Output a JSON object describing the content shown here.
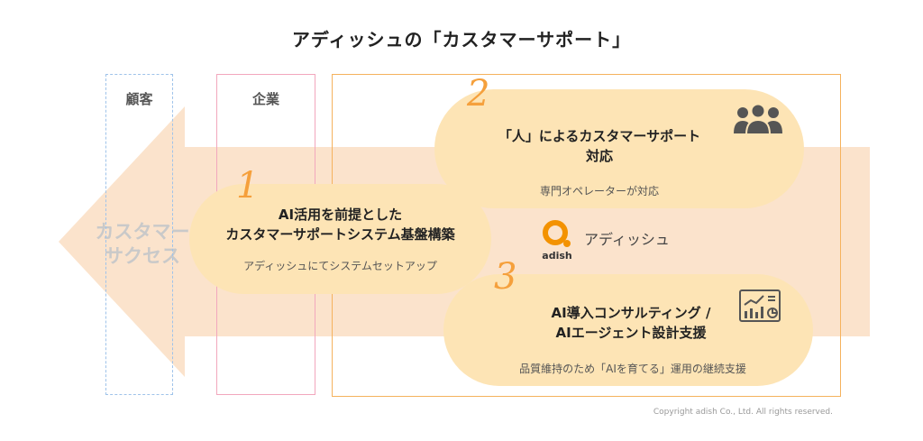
{
  "title": "アディッシュの「カスタマーサポート」",
  "columns": {
    "customer": "顧客",
    "company": "企業"
  },
  "arrow_text": {
    "line1": "カスタマー",
    "line2": "サクセス"
  },
  "items": [
    {
      "number": "1",
      "title_line1": "AI活用を前提とした",
      "title_line2": "カスタマーサポートシステム基盤構築",
      "subtitle": "アディッシュにてシステムセットアップ"
    },
    {
      "number": "2",
      "title_line1": "「人」によるカスタマーサポート",
      "title_line2": "対応",
      "subtitle": "専門オペレーターが対応",
      "icon": "people-icon"
    },
    {
      "number": "3",
      "title_line1": "AI導入コンサルティング /",
      "title_line2": "AIエージェント設計支援",
      "subtitle": "品質維持のため「AIを育てる」運用の継続支援",
      "icon": "analytics-chart-icon"
    }
  ],
  "logo": {
    "name": "アディッシュ",
    "sub": "adish"
  },
  "copyright": "Copyright adish Co., Ltd. All rights reserved.",
  "colors": {
    "accent_orange": "#f5a03c",
    "pill_fill": "#fde4b5",
    "arrow_fill": "#fbe3cc",
    "customer_border": "#9fc3ea",
    "company_border": "#f2a7bd",
    "adish_border": "#f5b25d"
  }
}
